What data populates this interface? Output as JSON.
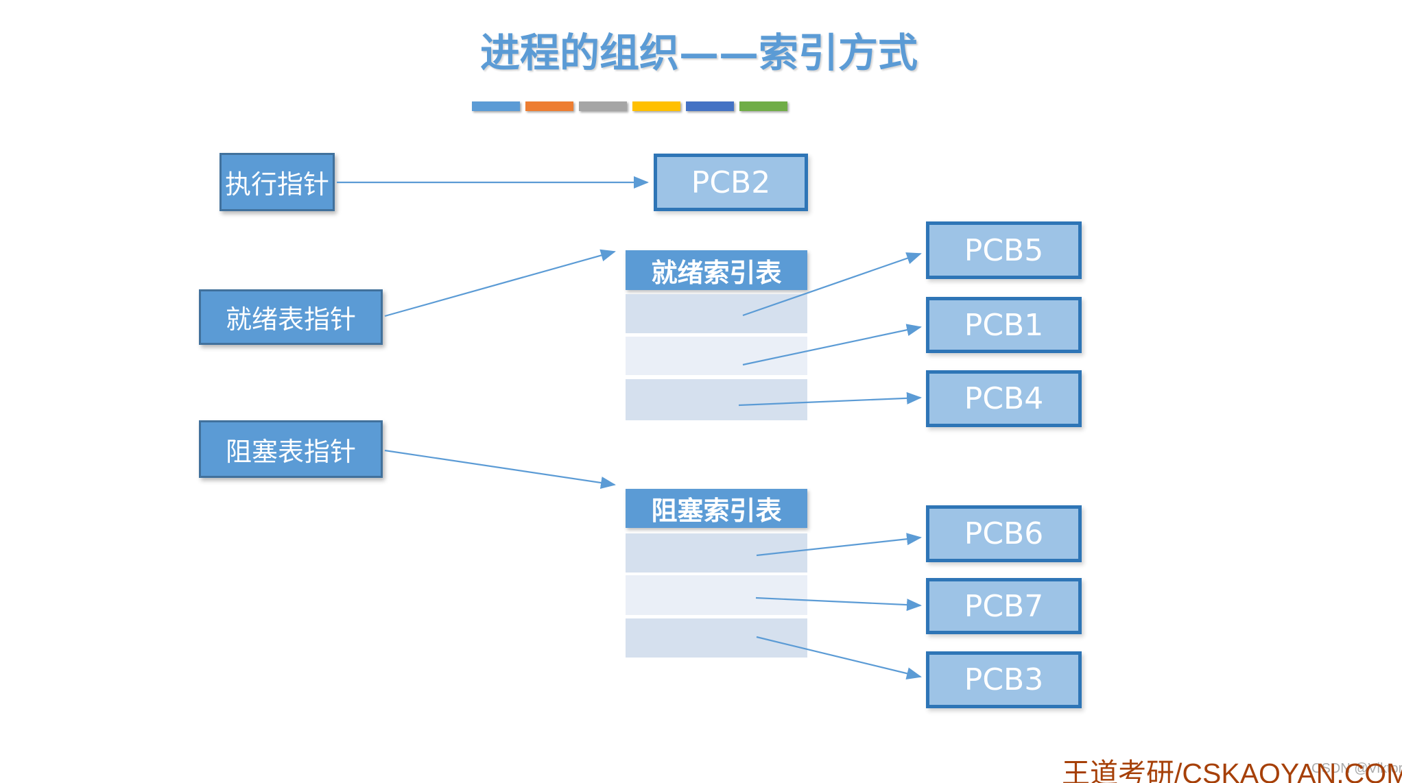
{
  "slide": {
    "title": "进程的组织——索引方式"
  },
  "accent_bars": [
    {
      "name": "accent-bar-blue",
      "color": "#5B9BD5"
    },
    {
      "name": "accent-bar-orange",
      "color": "#ED7D31"
    },
    {
      "name": "accent-bar-gray",
      "color": "#A5A5A5"
    },
    {
      "name": "accent-bar-gold",
      "color": "#FFC000"
    },
    {
      "name": "accent-bar-dark-blue",
      "color": "#4472C4"
    },
    {
      "name": "accent-bar-green",
      "color": "#70AD47"
    }
  ],
  "pointers": {
    "exec_label": "执行指针",
    "ready_label": "就绪表指针",
    "blocked_label": "阻塞表指针"
  },
  "ready_table": {
    "header": "就绪索引表",
    "rows": [
      "",
      "",
      ""
    ]
  },
  "blocked_table": {
    "header": "阻塞索引表",
    "rows": [
      "",
      "",
      ""
    ]
  },
  "pcb": {
    "exec": "PCB2",
    "ready": [
      "PCB5",
      "PCB1",
      "PCB4"
    ],
    "blocked": [
      "PCB6",
      "PCB7",
      "PCB3"
    ]
  },
  "watermark": {
    "brand": "王道考研/CSKAOYAN.COM",
    "overlay": "CSDN @Viktoriae"
  },
  "colors": {
    "title": "#5B9BD5",
    "solid_fill": "#5B9BD5",
    "solid_border": "#41719C",
    "pcb_fill": "#9DC3E6",
    "pcb_border": "#2E75B6",
    "row_dark": "#D5E0EE",
    "row_light": "#EAEFF7",
    "arrow": "#5B9BD5",
    "brand_red": "#A64008",
    "overlay_gray": "#ABABAB"
  }
}
